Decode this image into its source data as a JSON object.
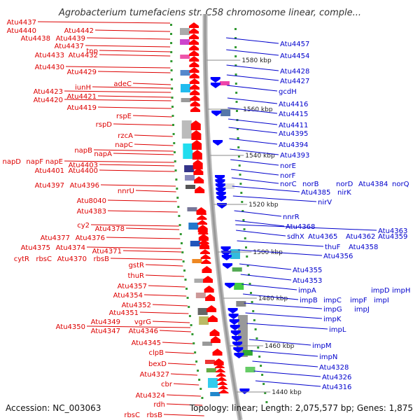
{
  "title": "Agrobacterium tumefaciens str. C58 chromosome linear, comple...",
  "footer": {
    "accession": "Accession: NC_003063",
    "summary": "Topology: linear; Length: 2,075,577 bp; Genes: 1,875"
  },
  "ruler_ticks": [
    "1580 kbp",
    "1560 kbp",
    "1540 kbp",
    "1520 kbp",
    "1500 kbp",
    "1480 kbp",
    "1460 kbp",
    "1440 kbp"
  ],
  "colors": {
    "left_labels": "#dd0000",
    "right_labels": "#0000cc",
    "left_arrows": "#ff0000",
    "right_arrows": "#0000ff",
    "backbone": "#999999",
    "dots": "#339933"
  },
  "left_genes": [
    "Atu4443",
    "Atu4440",
    "Atu4442",
    "Atu4438",
    "Atu4439",
    "Atu4437",
    "tnp",
    "Atu4433",
    "Atu4432",
    "Atu4430",
    "Atu4429",
    "adeC",
    "iunH",
    "Atu4423",
    "Atu4421",
    "Atu4420",
    "Atu4419",
    "rspE",
    "rspD",
    "rzcA",
    "napC",
    "napB",
    "napA",
    "napD",
    "napF",
    "napE",
    "Atu4403",
    "Atu4401",
    "Atu4400",
    "Atu4397",
    "Atu4396",
    "nnrU",
    "Atu8040",
    "Atu4383",
    "cy2",
    "Atu4378",
    "Atu4377",
    "Atu4376",
    "Atu4375",
    "Atu4374",
    "Atu4371",
    "cytR",
    "rbsC",
    "Atu4370",
    "rbsB",
    "gstR",
    "thuR",
    "Atu4357",
    "Atu4354",
    "Atu4352",
    "Atu4351",
    "Atu4349",
    "vgrG",
    "Atu4350",
    "Atu4347",
    "Atu4346",
    "Atu4345",
    "clpB",
    "bexD",
    "Atu4327",
    "cbr",
    "Atu4324",
    "rdh",
    "rbsC",
    "rbsB"
  ],
  "right_genes": [
    "Atu4457",
    "Atu4454",
    "Atu4428",
    "Atu4427",
    "gcdH",
    "Atu4416",
    "Atu4415",
    "Atu4411",
    "Atu4395",
    "Atu4394",
    "Atu4393",
    "norE",
    "norF",
    "norC",
    "norB",
    "norD",
    "Atu4384",
    "norQ",
    "Atu4385",
    "nirK",
    "nirV",
    "nnrR",
    "Atu4368",
    "Atu4363",
    "sdhX",
    "Atu4365",
    "Atu4362",
    "Atu4359",
    "thuF",
    "Atu4358",
    "Atu4356",
    "Atu4355",
    "Atu4353",
    "impA",
    "impD",
    "impH",
    "impB",
    "impC",
    "impF",
    "impI",
    "impG",
    "impJ",
    "impK",
    "impL",
    "impM",
    "impN",
    "Atu4328",
    "Atu4326",
    "Atu4316"
  ]
}
